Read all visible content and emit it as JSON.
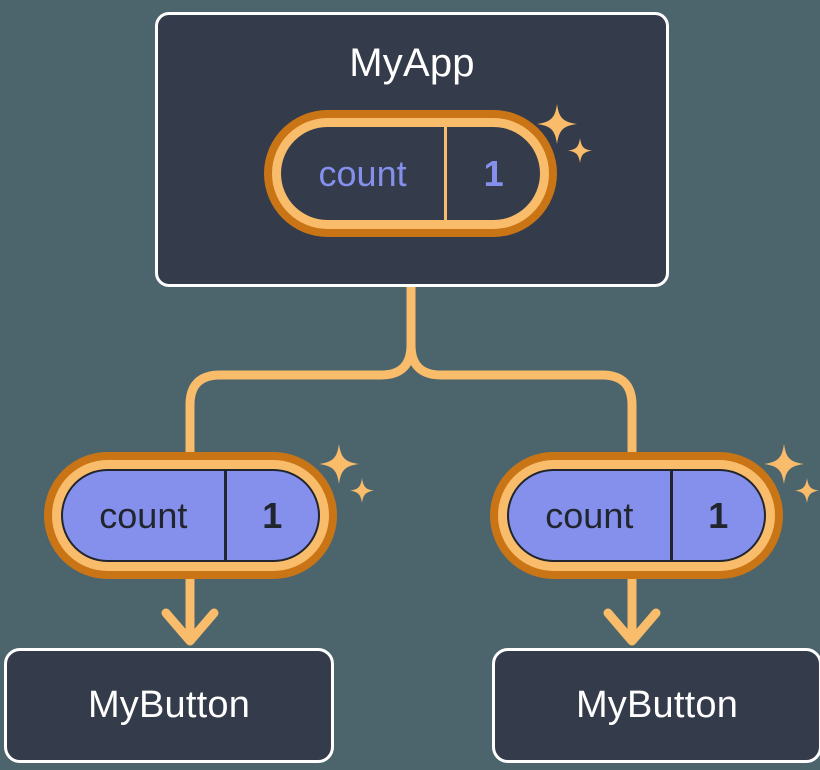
{
  "diagram": {
    "title": "MyApp component tree with count state",
    "background_color": "#4c656c",
    "accent_colors": {
      "ring_outer": "#c97516",
      "ring_inner": "#f9bc6a",
      "connector": "#f9bc6a",
      "card_bg": "#343b4a",
      "card_border": "#ffffff",
      "state_purple": "#8590ec",
      "text_light": "#ffffff",
      "text_dark": "#21252e"
    }
  },
  "root": {
    "label": "MyApp",
    "state": {
      "key": "count",
      "value": "1"
    },
    "sparkle_icon": "sparkles-icon"
  },
  "children": [
    {
      "state": {
        "key": "count",
        "value": "1"
      },
      "sparkle_icon": "sparkles-icon",
      "label": "MyButton"
    },
    {
      "state": {
        "key": "count",
        "value": "1"
      },
      "sparkle_icon": "sparkles-icon",
      "label": "MyButton"
    }
  ]
}
